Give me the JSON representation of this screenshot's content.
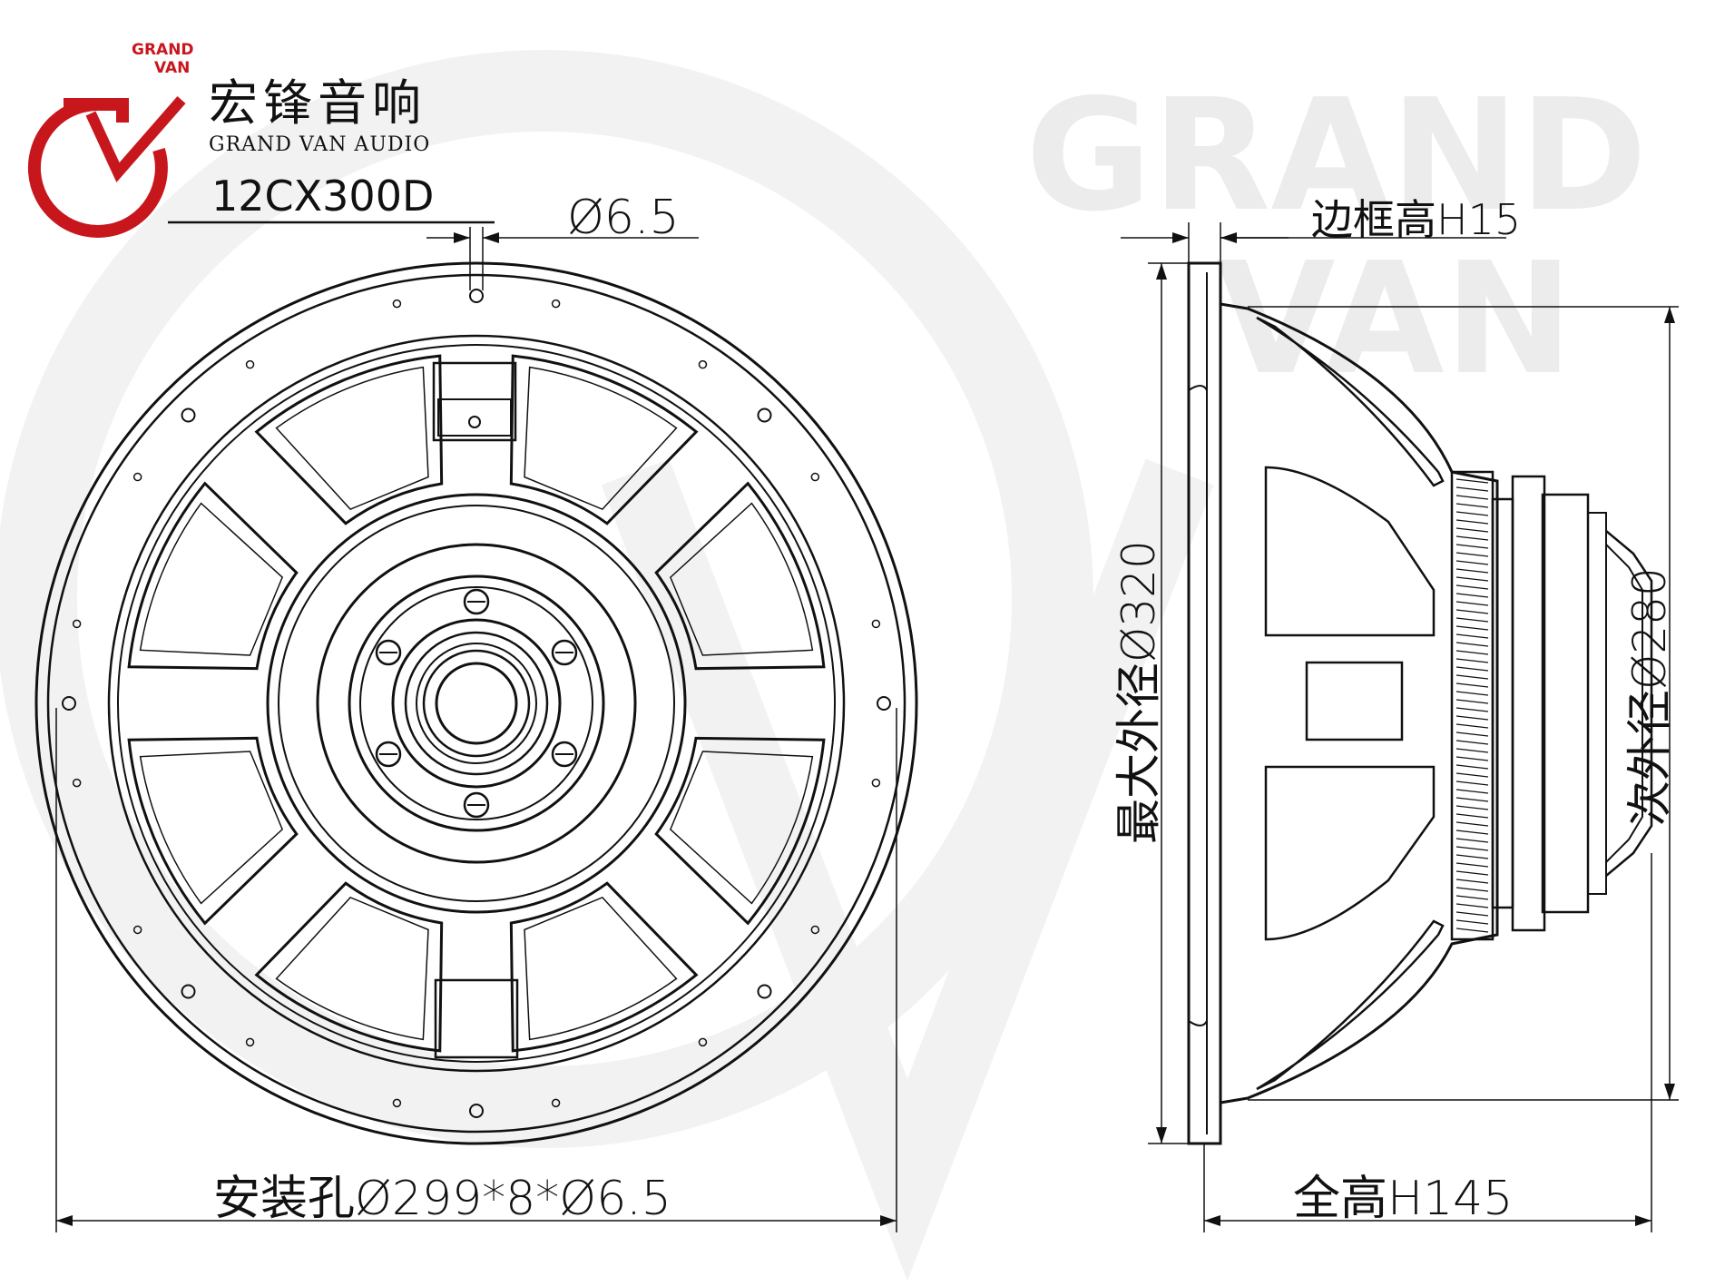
{
  "brand": {
    "logo_top": "GRAND",
    "logo_bottom": "VAN",
    "name_cn": "宏锋音响",
    "name_en": "GRAND VAN AUDIO",
    "accent": "#c8161d"
  },
  "model": "12CX300D",
  "watermark": {
    "line1": "GRAND",
    "line2": "VAN"
  },
  "dimensions": {
    "hole_dia": "Ø6.5",
    "frame_height": "边框高H15",
    "max_outer_dia": "最大外径Ø320",
    "secondary_outer_dia": "次外径Ø280",
    "mounting_holes": "安装孔Ø299*8*Ø6.5",
    "total_height": "全高H145"
  }
}
